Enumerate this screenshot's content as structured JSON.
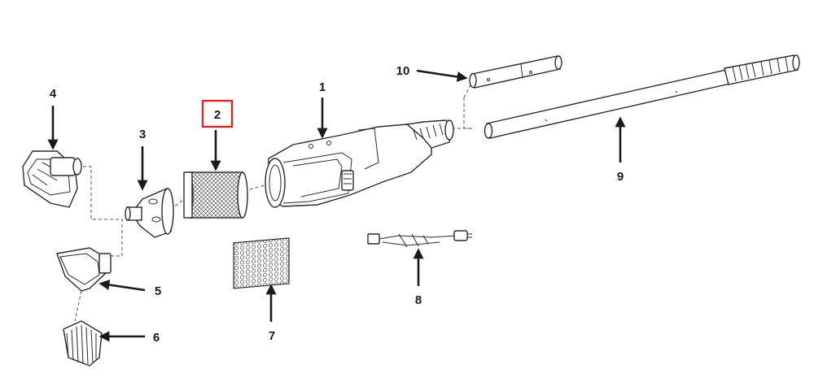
{
  "diagram": {
    "highlight_color": "#d0282a",
    "callouts": [
      {
        "id": "1",
        "label": "1"
      },
      {
        "id": "2",
        "label": "2",
        "highlighted": true
      },
      {
        "id": "3",
        "label": "3"
      },
      {
        "id": "4",
        "label": "4"
      },
      {
        "id": "5",
        "label": "5"
      },
      {
        "id": "6",
        "label": "6"
      },
      {
        "id": "7",
        "label": "7"
      },
      {
        "id": "8",
        "label": "8"
      },
      {
        "id": "9",
        "label": "9"
      },
      {
        "id": "10",
        "label": "10"
      }
    ]
  }
}
